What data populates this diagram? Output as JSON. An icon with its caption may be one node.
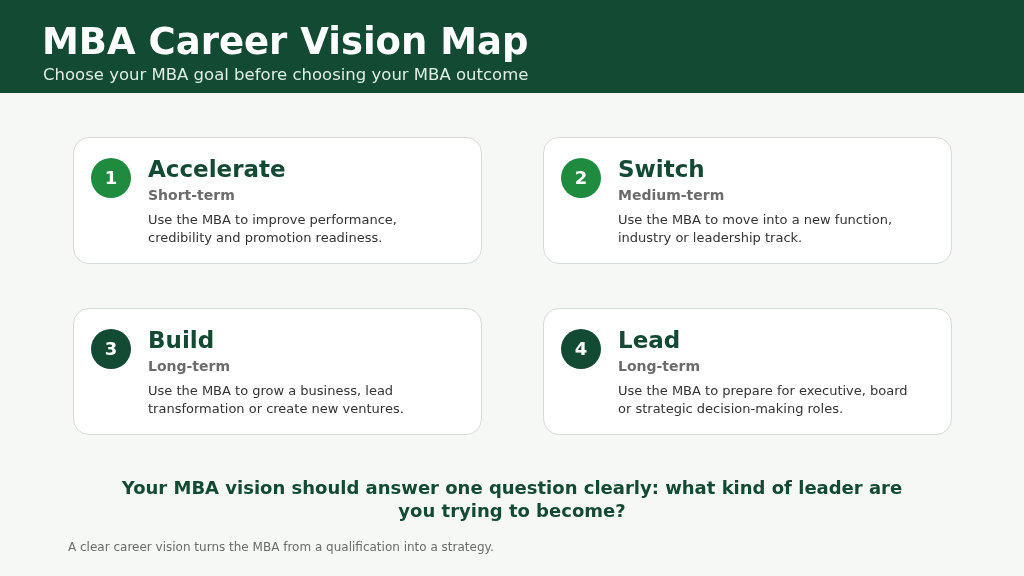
{
  "diagram": {
    "title": "MBA Career Vision Map",
    "nodes": [
      {
        "text": [
          "Accelerate",
          "Short-term",
          "Use the MBA to improve performance, credibility and promotion readiness."
        ]
      },
      {
        "text": [
          "1"
        ],
        "in": 0
      },
      {
        "text": [
          "Switch",
          "Medium-term",
          "Use the MBA to move into a new function, industry or leadership track."
        ]
      },
      {
        "text": [
          "2"
        ],
        "in": 2
      },
      {
        "text": [
          "Build",
          "Long-term",
          "Use the MBA to grow a business, lead transformation or create new ventures."
        ]
      },
      {
        "text": [
          "3"
        ],
        "in": 4
      },
      {
        "text": [
          "Lead",
          "Long-term",
          "Use the MBA to prepare for executive, board or strategic decision-making roles."
        ]
      },
      {
        "text": [
          "4"
        ],
        "in": 6
      }
    ],
    "edges": [],
    "labels": [
      "Choose your MBA goal before choosing your MBA outcome",
      "Your MBA vision should answer one question clearly: what kind of leader are you trying to become?",
      "A clear career vision turns the MBA from a qualification into a strategy."
    ]
  }
}
